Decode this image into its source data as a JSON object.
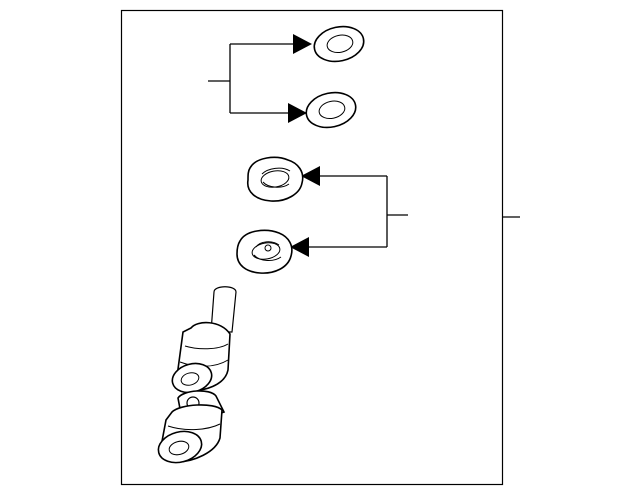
{
  "diagram": {
    "type": "exploded-parts-view",
    "line_color": "#000000",
    "background": "#ffffff",
    "parts": [
      {
        "kind": "washer",
        "count": 2
      },
      {
        "kind": "tab-washer",
        "count": 2
      },
      {
        "kind": "pin-link-assembly",
        "count": 1
      }
    ],
    "callout_labels": []
  }
}
